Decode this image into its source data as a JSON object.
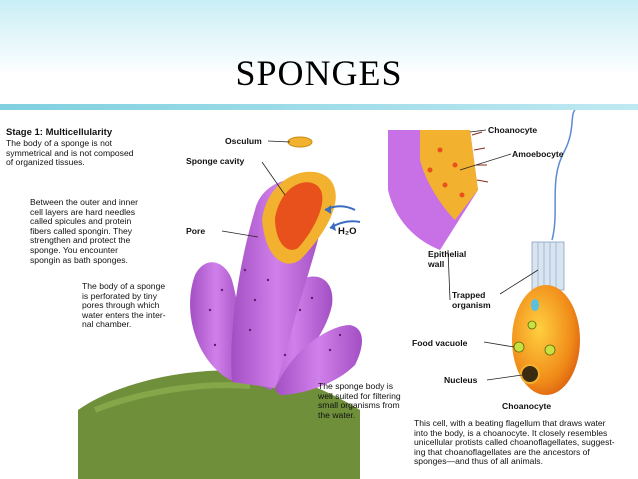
{
  "slide": {
    "title": "SPONGES"
  },
  "figure": {
    "stage_title": "Stage 1: Multicellularity",
    "stage_text": [
      "The body of a sponge is not",
      "symmetrical and is not composed",
      "of organized tissues."
    ],
    "para_spicules": [
      "Between the outer and inner",
      "cell layers are hard needles",
      "called spicules and protein",
      "fibers called spongin. They",
      "strengthen and protect the",
      "sponge. You encounter",
      "spongin as bath sponges."
    ],
    "para_pores": [
      "The body of a sponge",
      "is perforated by tiny",
      "pores through which",
      "water enters the inter-",
      "nal chamber."
    ],
    "para_filter": [
      "The sponge body is",
      "well suited for filtering",
      "small organisms from",
      "the water."
    ],
    "para_choano": [
      "This cell, with a beating flagellum that draws water",
      "into the body, is a choanocyte. It closely resembles",
      "unicellular protists called choanoflagellates, suggest-",
      "ing that choanoflagellates are the ancestors of",
      "sponges—and thus of all animals."
    ],
    "labels": {
      "osculum": "Osculum",
      "sponge_cavity": "Sponge cavity",
      "pore": "Pore",
      "water": "H₂O",
      "choanocyte_top": "Choanocyte",
      "amoebocyte": "Amoebocyte",
      "epithelial": [
        "Epithelial",
        "wall"
      ],
      "trapped": [
        "Trapped",
        "organism"
      ],
      "food_vacuole": "Food vacuole",
      "nucleus": "Nucleus",
      "choanocyte_bottom": "Choanocyte"
    },
    "colors": {
      "sponge": "#c86be0",
      "cavity": "#e8501c",
      "rim": "#f2b12e",
      "cell": "#f08a18",
      "rock": "#6f8f3a",
      "banner": "#c9eef5"
    }
  }
}
